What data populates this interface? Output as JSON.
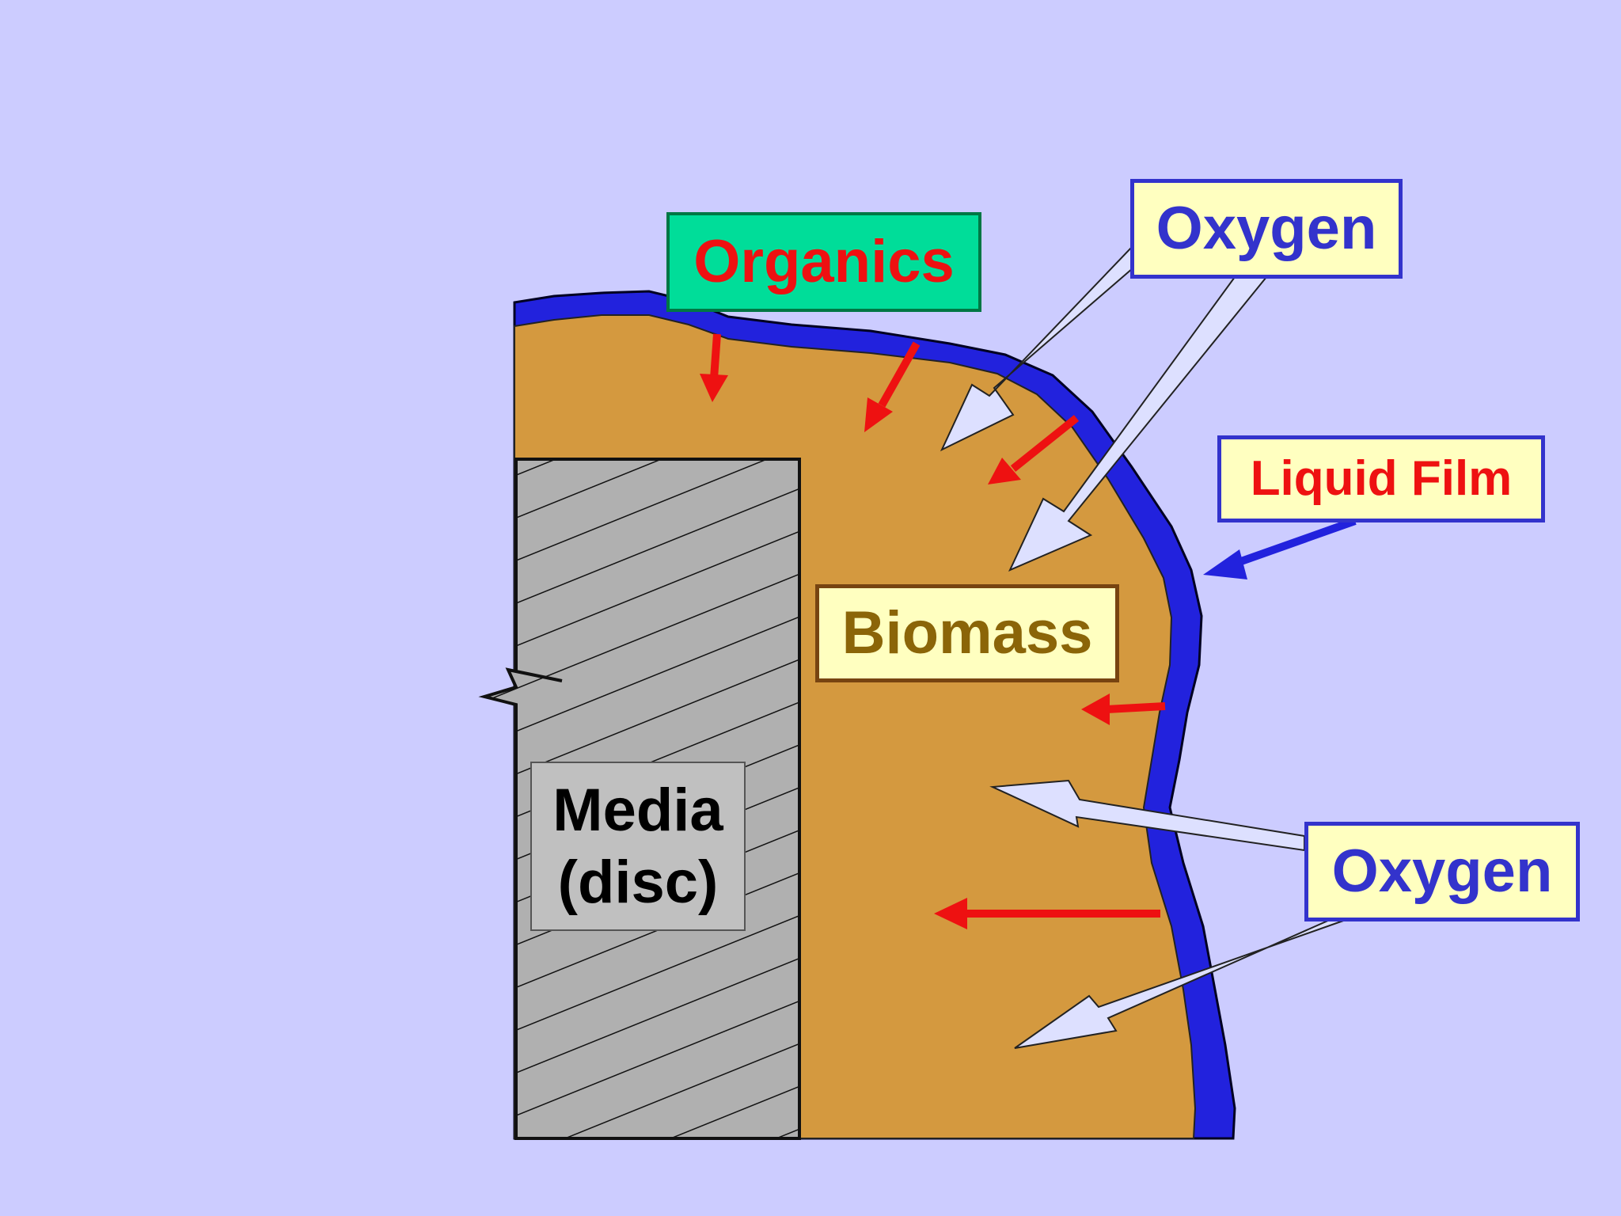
{
  "labels": {
    "organics": "Organics",
    "oxygen_top": "Oxygen",
    "liquid_film": "Liquid Film",
    "biomass": "Biomass",
    "media_line1": "Media",
    "media_line2": "(disc)",
    "oxygen_bottom": "Oxygen"
  },
  "colors": {
    "background": "#CCCCFF",
    "biomass": "#D4993F",
    "liquid_film": "#2222DD",
    "media": "#B0B0B0",
    "organics_arrow": "#EE1111",
    "oxygen_arrow": "#DDE0FF",
    "label_fill": "#FFFFC0",
    "organics_label_fill": "#00DD99"
  }
}
